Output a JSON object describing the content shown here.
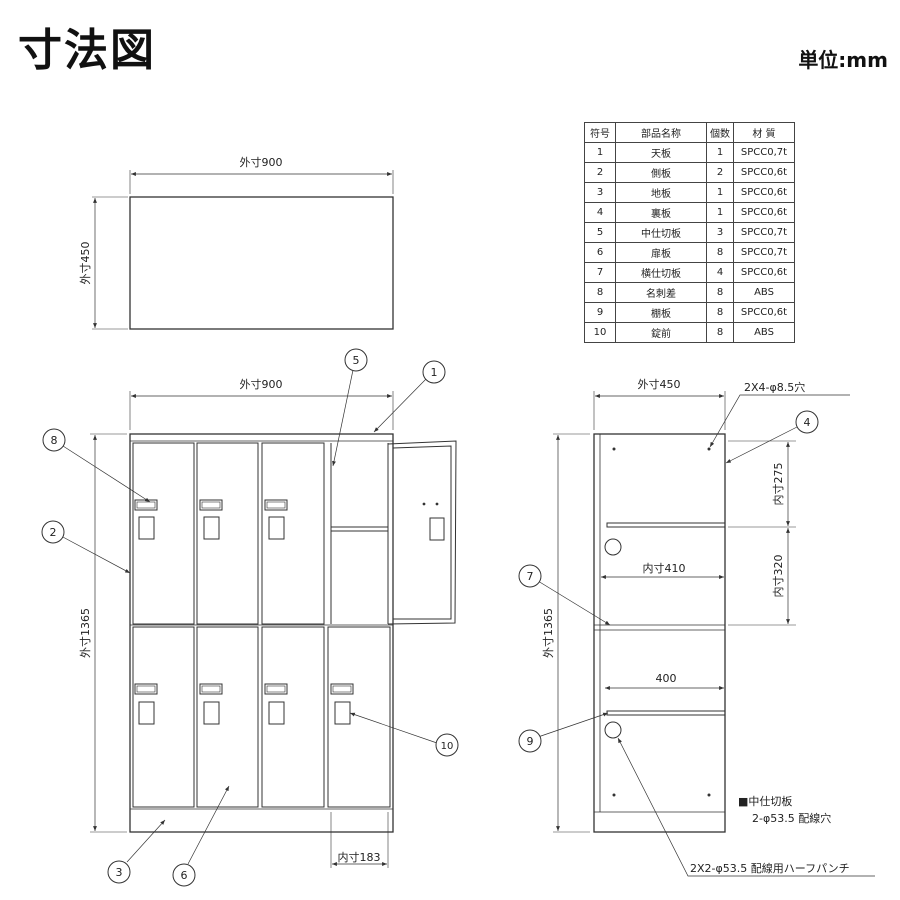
{
  "header": {
    "title": "寸法図",
    "unit": "単位:mm"
  },
  "parts_table": {
    "headers": [
      "符号",
      "部品名称",
      "個数",
      "材 質"
    ],
    "rows": [
      [
        "1",
        "天板",
        "1",
        "SPCC0,7t"
      ],
      [
        "2",
        "側板",
        "2",
        "SPCC0,6t"
      ],
      [
        "3",
        "地板",
        "1",
        "SPCC0,6t"
      ],
      [
        "4",
        "裏板",
        "1",
        "SPCC0,6t"
      ],
      [
        "5",
        "中仕切板",
        "3",
        "SPCC0,7t"
      ],
      [
        "6",
        "扉板",
        "8",
        "SPCC0,7t"
      ],
      [
        "7",
        "横仕切板",
        "4",
        "SPCC0,6t"
      ],
      [
        "8",
        "名刺差",
        "8",
        "ABS"
      ],
      [
        "9",
        "棚板",
        "8",
        "SPCC0,6t"
      ],
      [
        "10",
        "錠前",
        "8",
        "ABS"
      ]
    ]
  },
  "dimensions": {
    "top_width": "外寸900",
    "top_depth": "外寸450",
    "front_width": "外寸900",
    "front_height": "外寸1365",
    "front_inner": "内寸183",
    "side_depth": "外寸450",
    "side_height": "外寸1365",
    "side_inner_width": "内寸410",
    "side_inner_h1": "内寸275",
    "side_inner_h2": "内寸320",
    "shelf_width": "400"
  },
  "notes": {
    "holes": "2X4-φ8.5穴",
    "half_punch": "2X2-φ53.5 配線用ハーフパンチ",
    "partition_title": "■中仕切板",
    "partition_holes": "2-φ53.5 配線穴"
  },
  "callouts": [
    "1",
    "2",
    "3",
    "4",
    "5",
    "6",
    "7",
    "8",
    "9",
    "10"
  ]
}
